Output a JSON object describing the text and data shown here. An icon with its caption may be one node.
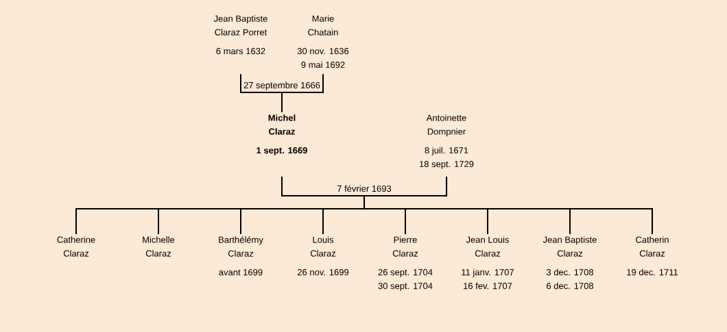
{
  "diagram": {
    "nodes": [
      {
        "text": [
          "Jean Baptiste Claraz Porret",
          "6 mars 1632"
        ]
      },
      {
        "text": [
          "Marie Chatain",
          "30 nov. 1636",
          "9 mai 1692"
        ]
      },
      {
        "text": [
          "Michel Claraz",
          "1 sept. 1669"
        ]
      },
      {
        "text": [
          "Antoinette Dompnier",
          "8 juil. 1671",
          "18 sept. 1729"
        ]
      },
      {
        "text": [
          "Catherine Claraz"
        ]
      },
      {
        "text": [
          "Michelle Claraz"
        ]
      },
      {
        "text": [
          "Barthélémy Claraz",
          "avant 1699"
        ]
      },
      {
        "text": [
          "Louis Claraz",
          "26 nov. 1699"
        ]
      },
      {
        "text": [
          "Pierre Claraz",
          "26 sept. 1704",
          "30 sept. 1704"
        ]
      },
      {
        "text": [
          "Jean Louis Claraz",
          "11 janv. 1707",
          "16 fev. 1707"
        ]
      },
      {
        "text": [
          "Jean Baptiste Claraz",
          "3 dec. 1708",
          "6 dec. 1708"
        ]
      },
      {
        "text": [
          "Catherin Claraz",
          "19 dec. 1711"
        ]
      }
    ],
    "edges": [
      {
        "from": 0,
        "to": 1,
        "arrow": "none",
        "label": "27 septembre 1666"
      },
      {
        "from": 0,
        "to": 2,
        "arrow": "none"
      },
      {
        "from": 1,
        "to": 2,
        "arrow": "none"
      },
      {
        "from": 2,
        "to": 3,
        "arrow": "none",
        "label": "7 février 1693"
      },
      {
        "from": 2,
        "to": 4,
        "arrow": "none"
      },
      {
        "from": 3,
        "to": 4,
        "arrow": "none"
      },
      {
        "from": 2,
        "to": 5,
        "arrow": "none"
      },
      {
        "from": 3,
        "to": 5,
        "arrow": "none"
      },
      {
        "from": 2,
        "to": 6,
        "arrow": "none"
      },
      {
        "from": 3,
        "to": 6,
        "arrow": "none"
      },
      {
        "from": 2,
        "to": 7,
        "arrow": "none"
      },
      {
        "from": 3,
        "to": 7,
        "arrow": "none"
      },
      {
        "from": 2,
        "to": 8,
        "arrow": "none"
      },
      {
        "from": 3,
        "to": 8,
        "arrow": "none"
      },
      {
        "from": 2,
        "to": 9,
        "arrow": "none"
      },
      {
        "from": 3,
        "to": 9,
        "arrow": "none"
      },
      {
        "from": 2,
        "to": 10,
        "arrow": "none"
      },
      {
        "from": 3,
        "to": 10,
        "arrow": "none"
      },
      {
        "from": 2,
        "to": 11,
        "arrow": "none"
      },
      {
        "from": 3,
        "to": 11,
        "arrow": "none"
      }
    ]
  }
}
